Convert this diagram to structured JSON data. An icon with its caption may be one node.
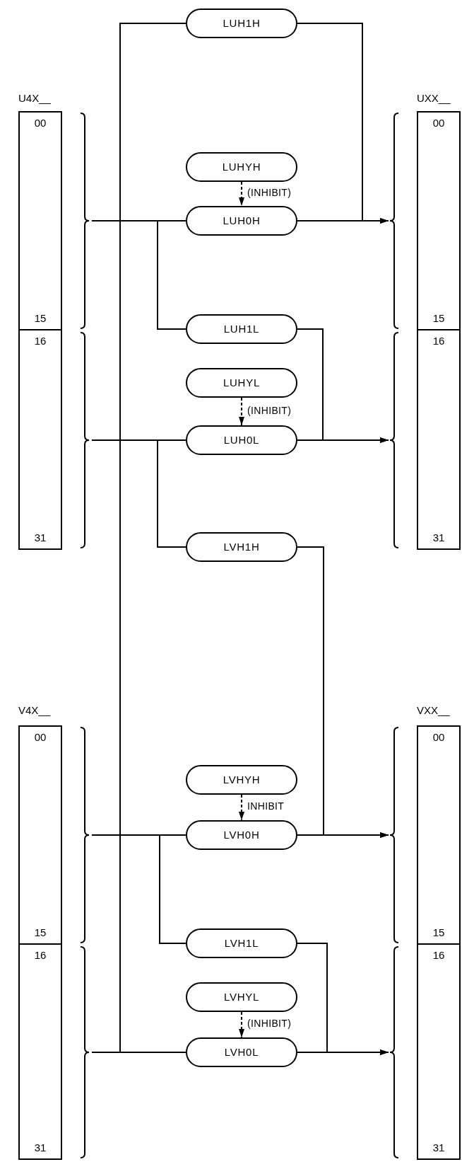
{
  "diagram": {
    "nodes": [
      {
        "text": [
          "LUH1H"
        ]
      },
      {
        "text": [
          "U4X__"
        ]
      },
      {
        "text": [
          "00",
          "15"
        ],
        "in": 1
      },
      {
        "text": [
          "16",
          "31"
        ],
        "in": 1
      },
      {
        "text": [
          "UXX__"
        ]
      },
      {
        "text": [
          "00",
          "15"
        ],
        "in": 4
      },
      {
        "text": [
          "16",
          "31"
        ],
        "in": 4
      },
      {
        "text": [
          "LUHYH"
        ]
      },
      {
        "text": [
          "LUH0H"
        ]
      },
      {
        "text": [
          "LUH1L"
        ]
      },
      {
        "text": [
          "LUHYL"
        ]
      },
      {
        "text": [
          "LUH0L"
        ]
      },
      {
        "text": [
          "LVH1H"
        ]
      },
      {
        "text": [
          "V4X__"
        ]
      },
      {
        "text": [
          "00",
          "15"
        ],
        "in": 13
      },
      {
        "text": [
          "16",
          "31"
        ],
        "in": 13
      },
      {
        "text": [
          "VXX__"
        ]
      },
      {
        "text": [
          "00",
          "15"
        ],
        "in": 16
      },
      {
        "text": [
          "16",
          "31"
        ],
        "in": 16
      },
      {
        "text": [
          "LVHYH"
        ]
      },
      {
        "text": [
          "LVH0H"
        ]
      },
      {
        "text": [
          "LVH1L"
        ]
      },
      {
        "text": [
          "LVHYL"
        ]
      },
      {
        "text": [
          "LVH0L"
        ]
      }
    ],
    "edges": [
      {
        "from": 15,
        "to": 0,
        "arrow": "none"
      },
      {
        "from": 0,
        "to": 5,
        "arrow": "to"
      },
      {
        "from": 7,
        "to": 8,
        "arrow": "to",
        "style": "dashed",
        "label": "(INHIBIT)"
      },
      {
        "from": 2,
        "to": 8,
        "arrow": "none"
      },
      {
        "from": 8,
        "to": 5,
        "arrow": "to"
      },
      {
        "from": 2,
        "to": 9,
        "arrow": "none"
      },
      {
        "from": 9,
        "to": 6,
        "arrow": "to"
      },
      {
        "from": 3,
        "to": 11,
        "arrow": "none"
      },
      {
        "from": 10,
        "to": 11,
        "arrow": "to",
        "style": "dashed",
        "label": "(INHIBIT)"
      },
      {
        "from": 11,
        "to": 6,
        "arrow": "to"
      },
      {
        "from": 3,
        "to": 12,
        "arrow": "none"
      },
      {
        "from": 12,
        "to": 17,
        "arrow": "to"
      },
      {
        "from": 19,
        "to": 20,
        "arrow": "to",
        "style": "dashed",
        "label": "INHIBIT"
      },
      {
        "from": 14,
        "to": 20,
        "arrow": "none"
      },
      {
        "from": 20,
        "to": 17,
        "arrow": "to"
      },
      {
        "from": 14,
        "to": 21,
        "arrow": "none"
      },
      {
        "from": 21,
        "to": 18,
        "arrow": "to"
      },
      {
        "from": 22,
        "to": 23,
        "arrow": "to",
        "style": "dashed",
        "label": "(INHIBIT)"
      },
      {
        "from": 15,
        "to": 23,
        "arrow": "none"
      },
      {
        "from": 23,
        "to": 18,
        "arrow": "to"
      }
    ]
  }
}
